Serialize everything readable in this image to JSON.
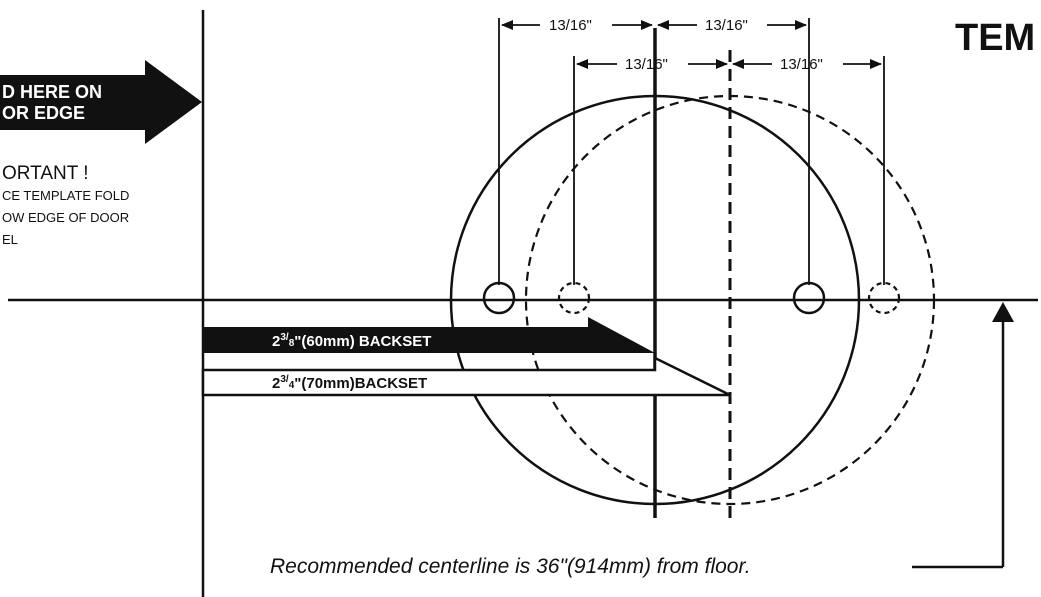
{
  "title": "TEM",
  "fold_arrow": {
    "line1": "D HERE ON",
    "line2": "OR EDGE"
  },
  "important": {
    "heading": "ORTANT !",
    "line1": "CE TEMPLATE FOLD",
    "line2": "OW EDGE OF DOOR",
    "line3": "EL"
  },
  "dimensions": {
    "top_left": "13/16\"",
    "top_right": "13/16\"",
    "lower_left": "13/16\"",
    "lower_right": "13/16\""
  },
  "backsets": {
    "b60": {
      "whole": "2",
      "sup": "3",
      "sub": "8",
      "rest": "\"(60mm) BACKSET"
    },
    "b70": {
      "whole": "2",
      "sup": "3",
      "sub": "4",
      "rest": "\"(70mm)BACKSET"
    }
  },
  "centerline_note": "Recommended centerline is 36\"(914mm) from floor."
}
